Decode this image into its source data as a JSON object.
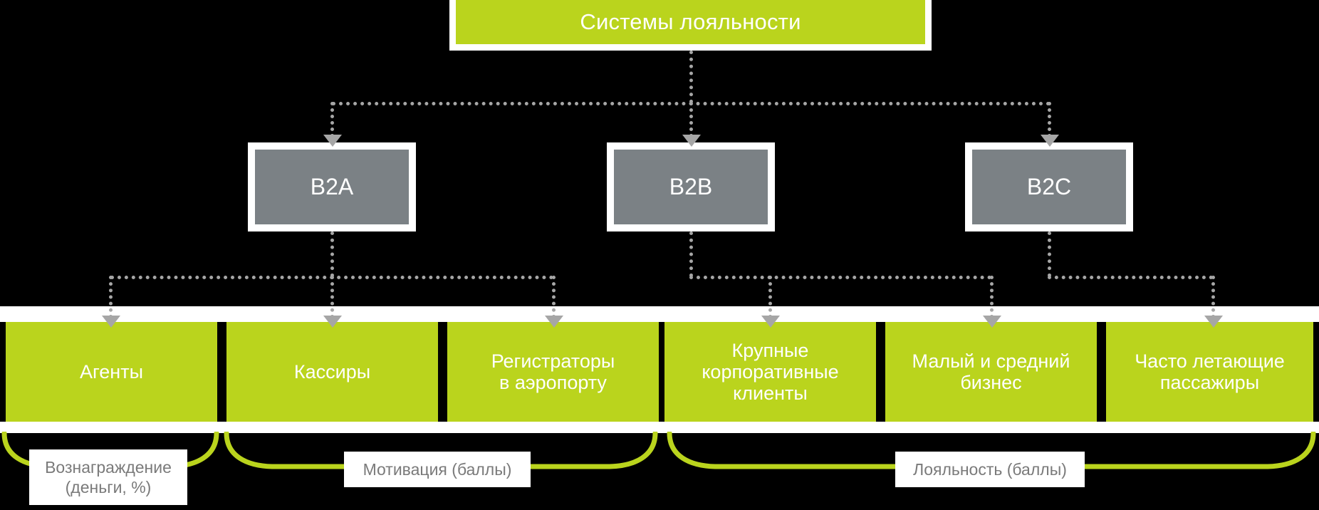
{
  "diagram": {
    "title": "Системы лояльности",
    "background_color": "#000000",
    "accent_green": "#bad41d",
    "mid_gray": "#7b8185",
    "connector_gray": "#a6a6a6",
    "chip_text_color": "#7a7a7a"
  },
  "root": {
    "label": "Системы лояльности"
  },
  "segments": [
    {
      "id": "b2a",
      "label": "B2A"
    },
    {
      "id": "b2b",
      "label": "B2B"
    },
    {
      "id": "b2c",
      "label": "B2C"
    }
  ],
  "leaves": [
    {
      "id": "agents",
      "label": "Агенты",
      "parent": "B2A"
    },
    {
      "id": "cashiers",
      "label": "Кассиры",
      "parent": "B2A"
    },
    {
      "id": "registrars",
      "label": "Регистраторы\nв аэропорту",
      "parent": "B2A"
    },
    {
      "id": "corporate",
      "label": "Крупные\nкорпоративные\nклиенты",
      "parent": "B2B"
    },
    {
      "id": "smb",
      "label": "Малый и средний\nбизнес",
      "parent": "B2B"
    },
    {
      "id": "frequent",
      "label": "Часто летающие\nпассажиры",
      "parent": "B2C"
    }
  ],
  "brackets": [
    {
      "id": "reward",
      "label": "Вознаграждение\n(деньги, %)"
    },
    {
      "id": "motivation",
      "label": "Мотивация (баллы)"
    },
    {
      "id": "loyalty",
      "label": "Лояльность (баллы)"
    }
  ]
}
